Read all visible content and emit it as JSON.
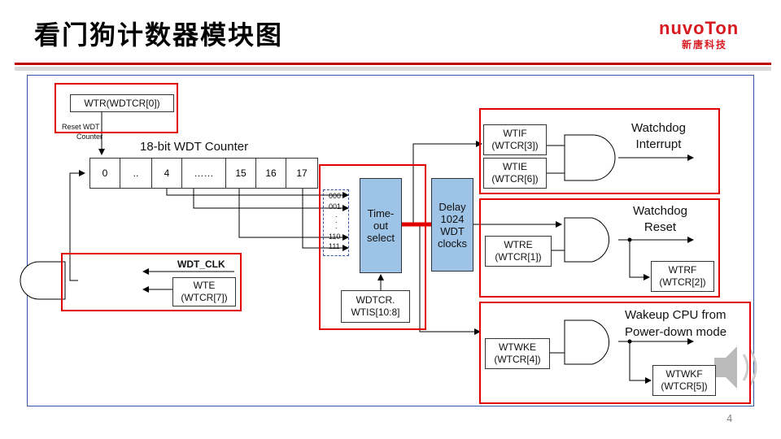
{
  "header": {
    "title": "看门狗计数器模块图",
    "logo_text": "nuvoTon",
    "logo_sub": "新唐科技",
    "page_number": "4"
  },
  "diagram": {
    "wtr": "WTR(WDTCR[0])",
    "reset_label_1": "Reset WDT",
    "reset_label_2": "Counter",
    "counter_title": "18-bit WDT Counter",
    "counter_cells": [
      "0",
      "..",
      "4",
      "……",
      "15",
      "16",
      "17"
    ],
    "wdt_clk": "WDT_CLK",
    "wte": "WTE\n(WTCR[7])",
    "mux_inputs": [
      "000",
      "001",
      ".",
      ".",
      ".",
      "110",
      "111"
    ],
    "timeout_select": "Time-\nout\nselect",
    "wdtcr": "WDTCR.\nWTIS[10:8]",
    "delay": "Delay\n1024\nWDT\nclocks",
    "wtif": "WTIF\n(WTCR[3])",
    "wtie": "WTIE\n(WTCR[6])",
    "interrupt_label": "Watchdog\nInterrupt",
    "wtre": "WTRE\n(WTCR[1])",
    "reset_out_label": "Watchdog\nReset",
    "wtrf": "WTRF\n(WTCR[2])",
    "wtwke": "WTWKE\n(WTCR[4])",
    "wakeup_label": "Wakeup CPU from\nPower-down mode",
    "wtwkf": "WTWKF\n(WTCR[5])"
  }
}
